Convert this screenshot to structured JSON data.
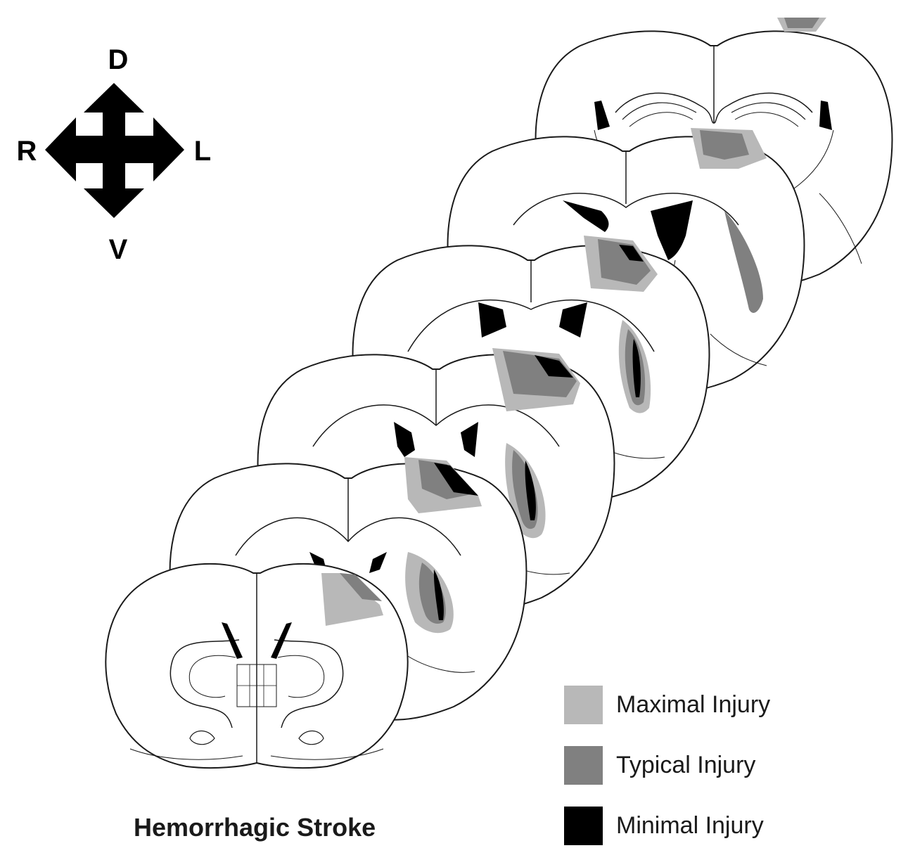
{
  "orientation": {
    "dorsal": "D",
    "ventral": "V",
    "right": "R",
    "left": "L"
  },
  "caption": "Hemorrhagic Stroke",
  "legend": [
    {
      "label": "Maximal Injury",
      "color": "#b8b8b8"
    },
    {
      "label": "Typical Injury",
      "color": "#808080"
    },
    {
      "label": "Minimal Injury",
      "color": "#000000"
    }
  ],
  "colors": {
    "outline": "#1a1a1a",
    "ventricle": "#000000"
  }
}
